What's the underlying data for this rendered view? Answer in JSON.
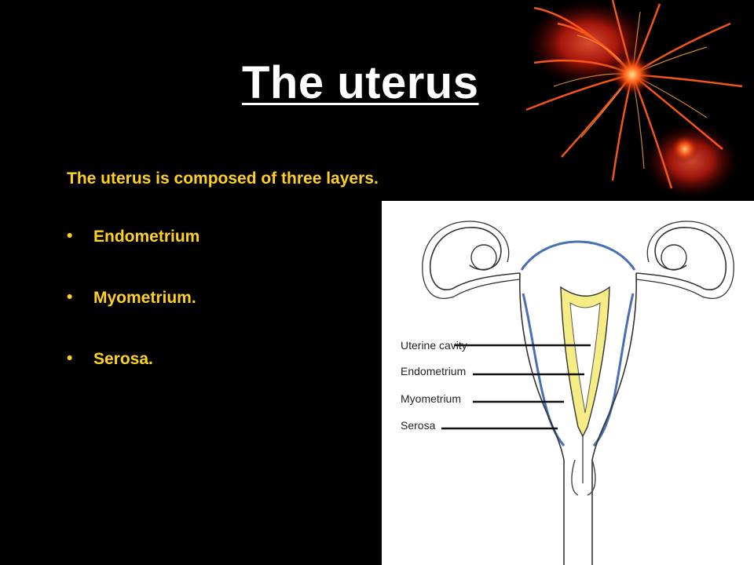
{
  "slide": {
    "title": "The uterus",
    "intro": "The uterus is composed of three layers.",
    "bullets": [
      "Endometrium",
      "Myometrium.",
      "Serosa."
    ],
    "bullet_glyph": "•"
  },
  "diagram": {
    "labels": {
      "cavity": "Uterine cavity",
      "endometrium": "Endometrium",
      "myometrium": "Myometrium",
      "serosa": "Serosa"
    }
  },
  "colors": {
    "background": "#000000",
    "title": "#ffffff",
    "text": "#ffd21e",
    "serosa_line": "#4a6fb5",
    "endometrium_fill": "#f5ec86"
  },
  "decor_icon": "red-starburst-flower-icon"
}
